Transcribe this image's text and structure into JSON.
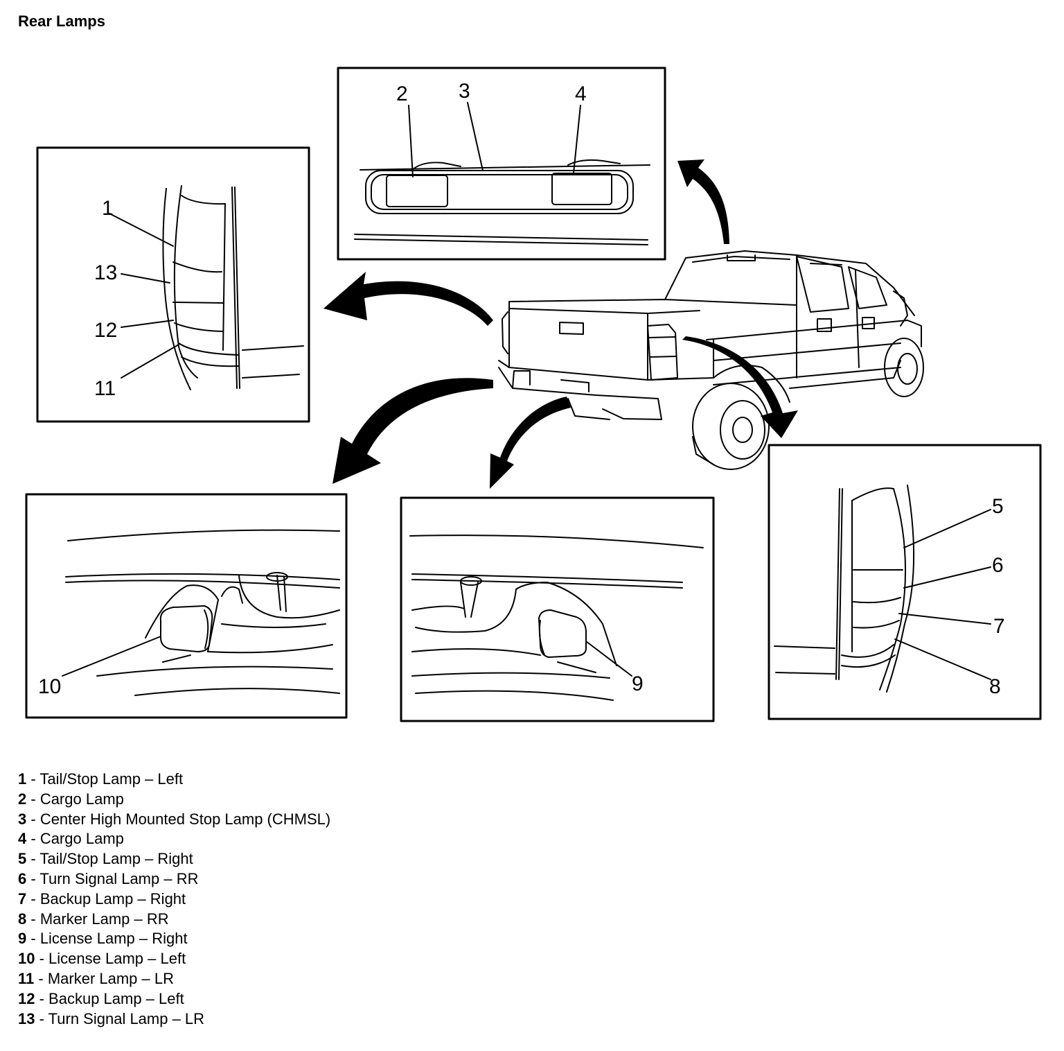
{
  "title": "Rear Lamps",
  "callouts": {
    "c1": "1",
    "c2": "2",
    "c3": "3",
    "c4": "4",
    "c5": "5",
    "c6": "6",
    "c7": "7",
    "c8": "8",
    "c9": "9",
    "c10": "10",
    "c11": "11",
    "c12": "12",
    "c13": "13"
  },
  "legend": [
    {
      "num": "1",
      "sep": " - ",
      "text": "Tail/Stop Lamp – Left"
    },
    {
      "num": "2",
      "sep": " - ",
      "text": "Cargo Lamp"
    },
    {
      "num": "3",
      "sep": " - ",
      "text": "Center High Mounted Stop Lamp (CHMSL)"
    },
    {
      "num": "4",
      "sep": " - ",
      "text": "Cargo Lamp"
    },
    {
      "num": "5",
      "sep": " - ",
      "text": "Tail/Stop Lamp – Right"
    },
    {
      "num": "6",
      "sep": " - ",
      "text": "Turn Signal Lamp – RR"
    },
    {
      "num": "7",
      "sep": " - ",
      "text": "Backup Lamp – Right"
    },
    {
      "num": "8",
      "sep": " - ",
      "text": "Marker Lamp – RR"
    },
    {
      "num": "9",
      "sep": " - ",
      "text": "License Lamp – Right"
    },
    {
      "num": "10",
      "sep": " - ",
      "text": "License Lamp – Left"
    },
    {
      "num": "11",
      "sep": " - ",
      "text": "Marker Lamp – LR"
    },
    {
      "num": "12",
      "sep": " - ",
      "text": "Backup Lamp – Left"
    },
    {
      "num": "13",
      "sep": " - ",
      "text": "Turn Signal Lamp – LR"
    }
  ]
}
